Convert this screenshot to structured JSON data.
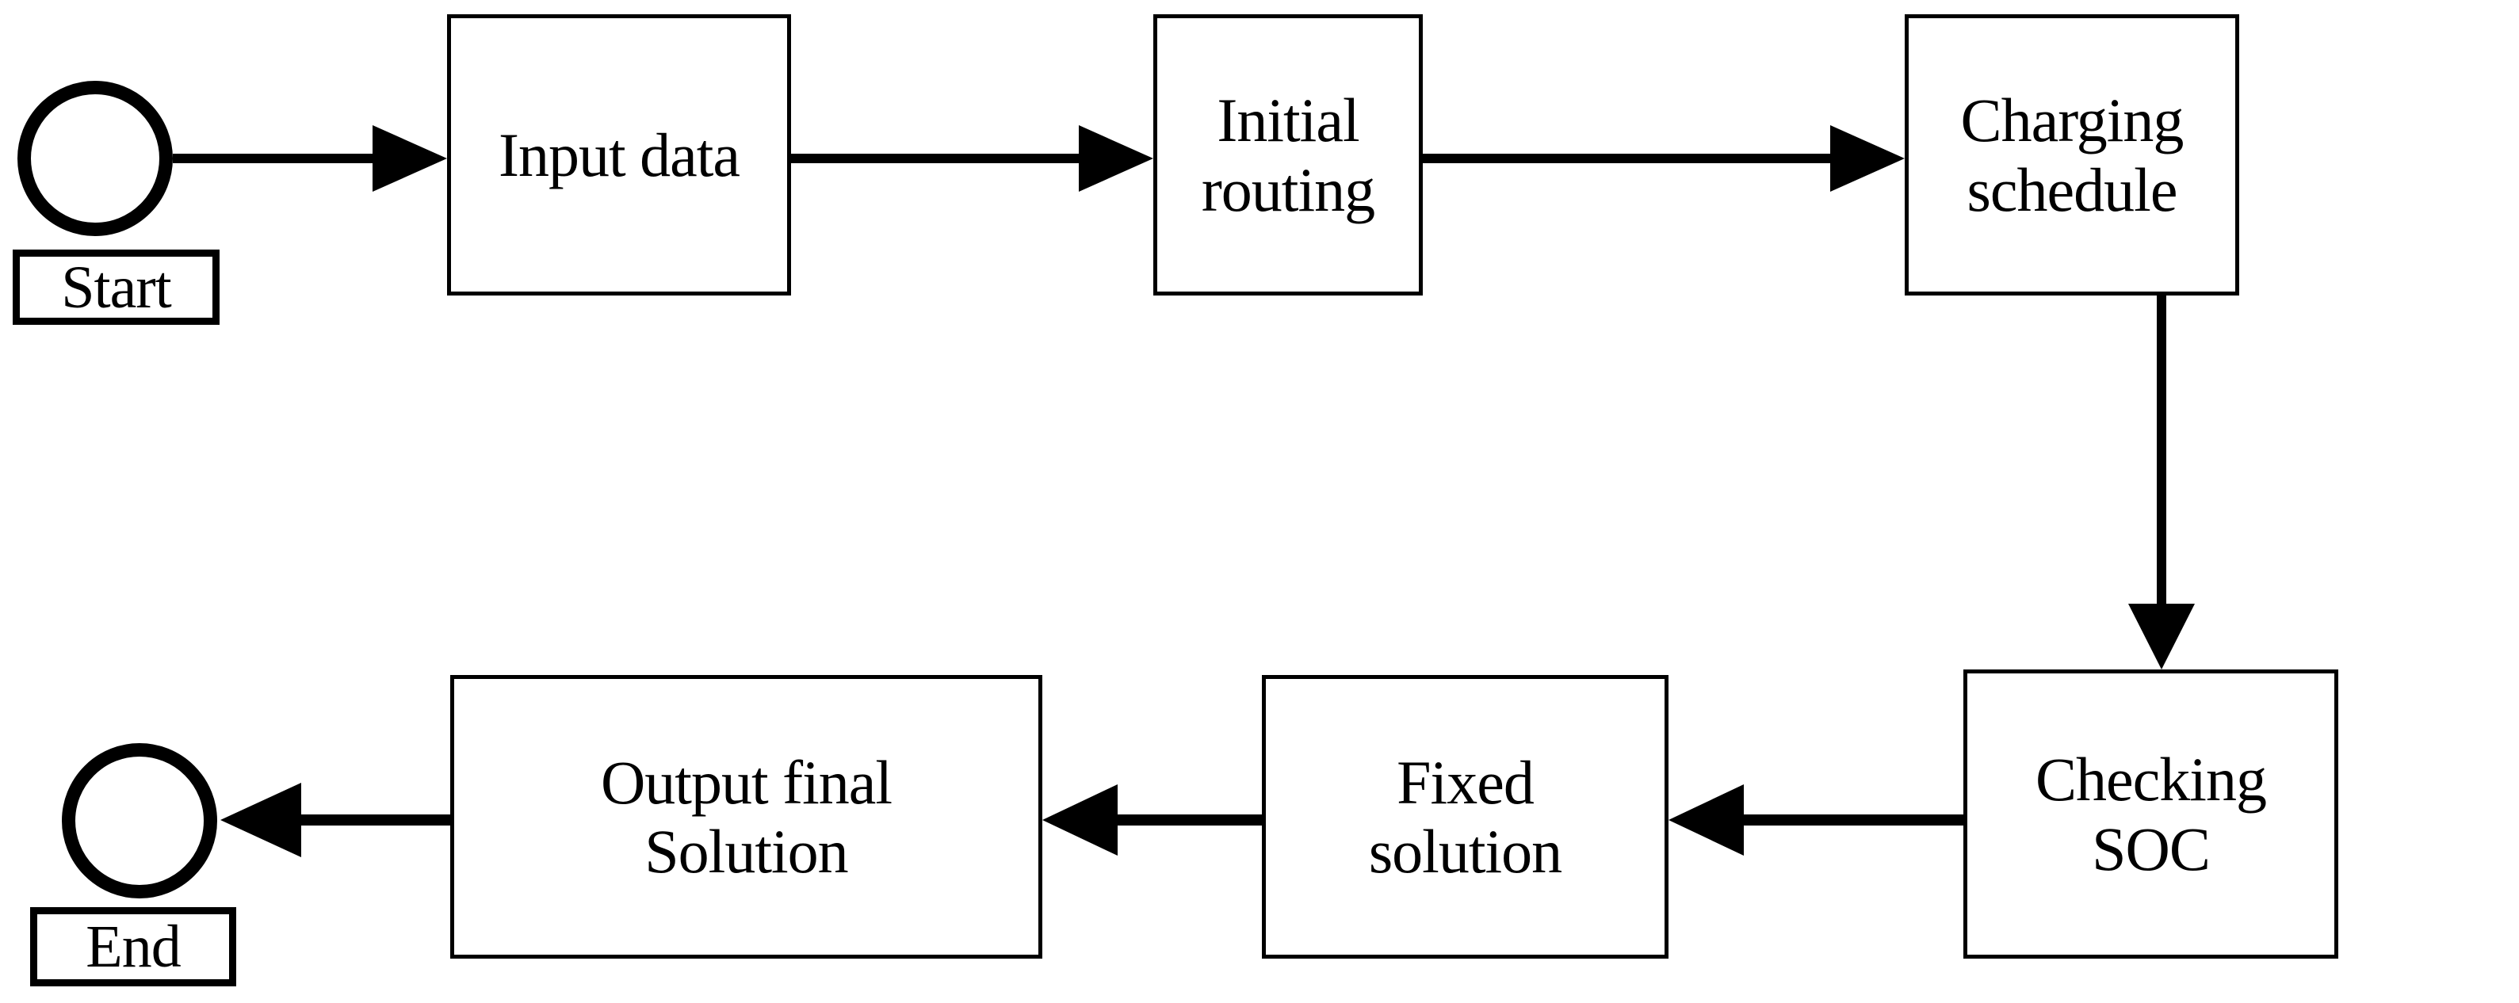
{
  "diagram": {
    "type": "flowchart",
    "title": "",
    "background_color": "#ffffff",
    "line_color": "#000000",
    "text_color": "#000000",
    "orientation": "serpentine-two-row"
  },
  "nodes": {
    "start": {
      "id": "start",
      "shape": "circle",
      "label": "Start",
      "label_position": "below"
    },
    "input_data": {
      "id": "input-data",
      "shape": "rectangle",
      "label": "Input data"
    },
    "initial_routing": {
      "id": "initial-routing",
      "shape": "rectangle",
      "label": "Initial\nrouting"
    },
    "charging_schedule": {
      "id": "charging-schedule",
      "shape": "rectangle",
      "label": "Charging\nschedule"
    },
    "checking_soc": {
      "id": "checking-soc",
      "shape": "rectangle",
      "label": "Checking\nSOC"
    },
    "fixed_solution": {
      "id": "fixed-solution",
      "shape": "rectangle",
      "label": "Fixed\nsolution"
    },
    "output_final_solution": {
      "id": "output-final-solution",
      "shape": "rectangle",
      "label": "Output final\nSolution"
    },
    "end": {
      "id": "end",
      "shape": "circle",
      "label": "End",
      "label_position": "below"
    }
  },
  "edges": [
    {
      "from": "start",
      "to": "input_data",
      "direction": "right",
      "label": ""
    },
    {
      "from": "input_data",
      "to": "initial_routing",
      "direction": "right",
      "label": ""
    },
    {
      "from": "initial_routing",
      "to": "charging_schedule",
      "direction": "right",
      "label": ""
    },
    {
      "from": "charging_schedule",
      "to": "checking_soc",
      "direction": "down",
      "label": ""
    },
    {
      "from": "checking_soc",
      "to": "fixed_solution",
      "direction": "left",
      "label": ""
    },
    {
      "from": "fixed_solution",
      "to": "output_final_solution",
      "direction": "left",
      "label": ""
    },
    {
      "from": "output_final_solution",
      "to": "end",
      "direction": "left",
      "label": ""
    }
  ]
}
